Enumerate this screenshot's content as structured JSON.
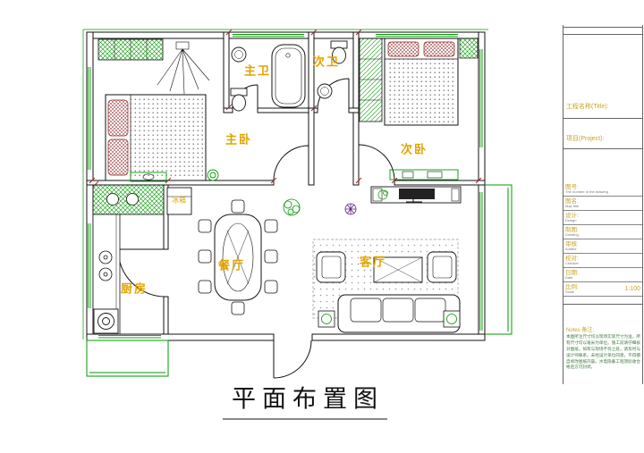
{
  "colors": {
    "wall": "#1a1a1a",
    "green": "#009900",
    "red": "#8b1a1a",
    "label": "#e2a400",
    "tbtext": "#c9a227",
    "notes": "#3a7a3a"
  },
  "plan": {
    "title": "平面布置图",
    "rooms": {
      "master_bedroom": "主卧",
      "master_bath": "主卫",
      "second_bath": "次卫",
      "second_bedroom": "次卧",
      "dining_room": "餐厅",
      "living_room": "客厅",
      "kitchen": "厨房",
      "fridge": "冰箱"
    }
  },
  "titleblock": {
    "title_label": "工程名称(Title):",
    "project_label": "项目(Project):",
    "fields": [
      {
        "label": "图号:",
        "sub": "The number of the drawing",
        "value": ""
      },
      {
        "label": "图名:",
        "sub": "Map title",
        "value": ""
      },
      {
        "label": "设计:",
        "sub": "Design",
        "value": ""
      },
      {
        "label": "制图:",
        "sub": "Drawing",
        "value": ""
      },
      {
        "label": "审核:",
        "sub": "Auditor",
        "value": ""
      },
      {
        "label": "校对:",
        "sub": "Checker",
        "value": ""
      },
      {
        "label": "日期:",
        "sub": "Date",
        "value": ""
      },
      {
        "label": "比例:",
        "sub": "Scale",
        "value": "1:100"
      }
    ],
    "notes_label": "Notes 备注:",
    "notes_text": "本图所注尺寸均以现场实际尺寸为准，所有尺寸均以毫米为单位。施工前请仔细核对图纸，如有与现场不符之处，请及时与设计师联系。未经设计单位同意，不得擅自修改图纸内容。水电隐蔽工程须验收合格后方可封闭。"
  }
}
